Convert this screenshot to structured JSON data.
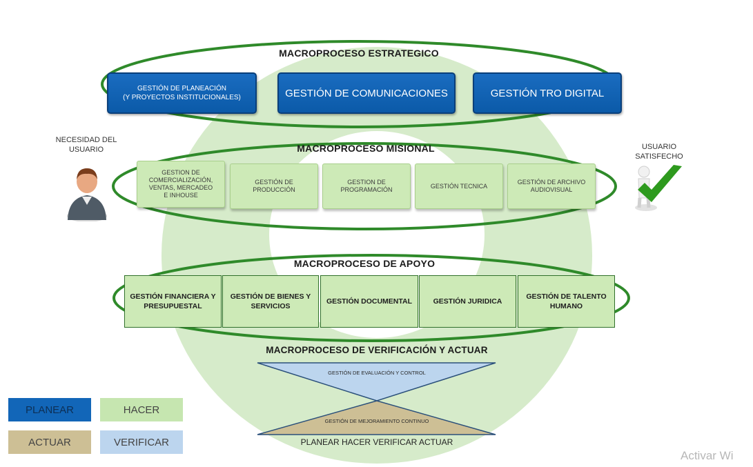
{
  "macroprocesses": {
    "strategic": {
      "title": "MACROPROCESO ESTRATEGICO",
      "boxes": [
        {
          "label": "GESTIÓN DE PLANEACIÓN\n(Y PROYECTOS INSTITUCIONALES)"
        },
        {
          "label": "GESTIÓN DE COMUNICACIONES"
        },
        {
          "label": "GESTIÓN TRO DIGITAL"
        }
      ]
    },
    "missional": {
      "title": "MACROPROCESO MISIONAL",
      "boxes": [
        {
          "label": "GESTION DE\nCOMERCIALIZACIÓN,\nVENTAS, MERCADEO\nE INHOUSE"
        },
        {
          "label": "GESTIÓN DE\nPRODUCCIÓN"
        },
        {
          "label": "GESTION DE\nPROGRAMACIÓN"
        },
        {
          "label": "GESTIÓN TECNICA"
        },
        {
          "label": "GESTIÓN DE ARCHIVO\nAUDIOVISUAL"
        }
      ]
    },
    "support": {
      "title": "MACROPROCESO DE APOYO",
      "boxes": [
        {
          "label": "GESTIÓN FINANCIERA Y\nPRESUPUESTAL"
        },
        {
          "label": "GESTIÓN DE BIENES Y\nSERVICIOS"
        },
        {
          "label": "GESTIÓN DOCUMENTAL"
        },
        {
          "label": "GESTIÓN JURIDICA"
        },
        {
          "label": "GESTIÓN DE TALENTO\nHUMANO"
        }
      ]
    },
    "verification": {
      "title": "MACROPROCESO DE VERIFICACIÓN Y ACTUAR",
      "top_triangle": "GESTIÓN DE EVALUACIÓN Y CONTROL",
      "bottom_triangle": "GESTIÓN DE MEJORAMIENTO CONTINUO",
      "caption": "PLANEAR HACER VERIFICAR ACTUAR"
    }
  },
  "user_need": {
    "label": "NECESIDAD DEL\nUSUARIO",
    "icon": "user-icon"
  },
  "user_satisfied": {
    "label": "USUARIO\nSATISFECHO",
    "icon": "checkmark-icon"
  },
  "legend": [
    {
      "label": "PLANEAR",
      "color": "#1266b8"
    },
    {
      "label": "HACER",
      "color": "#c6e6b0"
    },
    {
      "label": "ACTUAR",
      "color": "#cdbf95"
    },
    {
      "label": "VERIFICAR",
      "color": "#bcd5ee"
    }
  ],
  "watermark": "Activar Wi",
  "colors": {
    "ring": "#d6ebca",
    "ellipse_stroke": "#2f8a2a",
    "planear_blue": "#0b5aa8",
    "evaluation_triangle": "#bcd5ee",
    "improvement_triangle": "#cdbf95"
  }
}
